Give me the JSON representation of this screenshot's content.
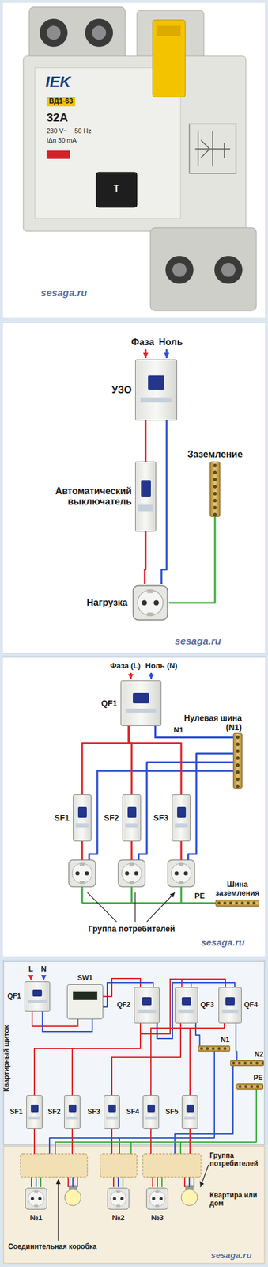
{
  "diagram": {
    "nodes": [
      {
        "text": [
          "УЗО"
        ]
      },
      {
        "text": [
          "Автоматический выключатель"
        ]
      },
      {
        "text": [
          "Нагрузка"
        ]
      },
      {
        "text": [
          "Заземление"
        ]
      },
      {
        "text": [
          "QF1"
        ]
      },
      {
        "text": [
          "Нулевая шина (N1)"
        ]
      },
      {
        "text": [
          "SF1"
        ]
      },
      {
        "text": [
          "SF2"
        ]
      },
      {
        "text": [
          "SF3"
        ]
      },
      {
        "text": [
          "Шина заземления"
        ]
      },
      {
        "text": [
          "QF1"
        ]
      },
      {
        "text": [
          "SW1"
        ]
      },
      {
        "text": [
          "QF2"
        ]
      },
      {
        "text": [
          "QF3"
        ]
      },
      {
        "text": [
          "QF4"
        ]
      },
      {
        "text": [
          "N1"
        ]
      },
      {
        "text": [
          "N2"
        ]
      },
      {
        "text": [
          "PE"
        ]
      },
      {
        "text": [
          "SF1"
        ]
      },
      {
        "text": [
          "SF2"
        ]
      },
      {
        "text": [
          "SF3"
        ]
      },
      {
        "text": [
          "SF4"
        ]
      },
      {
        "text": [
          "SF5"
        ]
      }
    ],
    "edges": [
      {
        "from": 0,
        "to": 1,
        "arrow": "none"
      },
      {
        "from": 1,
        "to": 2,
        "arrow": "none"
      },
      {
        "from": 0,
        "to": 2,
        "arrow": "none"
      },
      {
        "from": 3,
        "to": 2,
        "arrow": "none"
      },
      {
        "from": 4,
        "to": 5,
        "label": "N1",
        "arrow": "none"
      },
      {
        "from": 4,
        "to": 6,
        "arrow": "none"
      },
      {
        "from": 4,
        "to": 7,
        "arrow": "none"
      },
      {
        "from": 4,
        "to": 8,
        "arrow": "none"
      },
      {
        "from": 10,
        "to": 11,
        "arrow": "none"
      },
      {
        "from": 10,
        "to": 11,
        "arrow": "none"
      },
      {
        "from": 11,
        "to": 12,
        "arrow": "none"
      },
      {
        "from": 11,
        "to": 12,
        "arrow": "none"
      },
      {
        "from": 12,
        "to": 13,
        "arrow": "none"
      },
      {
        "from": 12,
        "to": 14,
        "arrow": "none"
      },
      {
        "from": 12,
        "to": 13,
        "arrow": "none"
      },
      {
        "from": 12,
        "to": 14,
        "arrow": "none"
      },
      {
        "from": 12,
        "to": 18,
        "arrow": "none"
      },
      {
        "from": 12,
        "to": 19,
        "arrow": "none"
      },
      {
        "from": 13,
        "to": 20,
        "arrow": "none"
      },
      {
        "from": 13,
        "to": 15,
        "arrow": "none"
      },
      {
        "from": 14,
        "to": 21,
        "arrow": "none"
      },
      {
        "from": 14,
        "to": 22,
        "arrow": "none"
      },
      {
        "from": 14,
        "to": 16,
        "arrow": "none"
      }
    ],
    "labels": [
      "IEK",
      "ВД1-63",
      "32A",
      "230 V~",
      "50 Hz",
      "IΔn 30 mA",
      "T",
      "sesaga.ru",
      "Фаза",
      "Ноль",
      "sesaga.ru",
      "Фаза (L)",
      "Ноль (N)",
      "PE",
      "Группа потребителей",
      "sesaga.ru",
      "L",
      "N",
      "Квартирный щиток",
      "Группа потребителей",
      "Квартира или дом",
      "№1",
      "№2",
      "№3",
      "Соединительная коробка",
      "sesaga.ru"
    ]
  }
}
